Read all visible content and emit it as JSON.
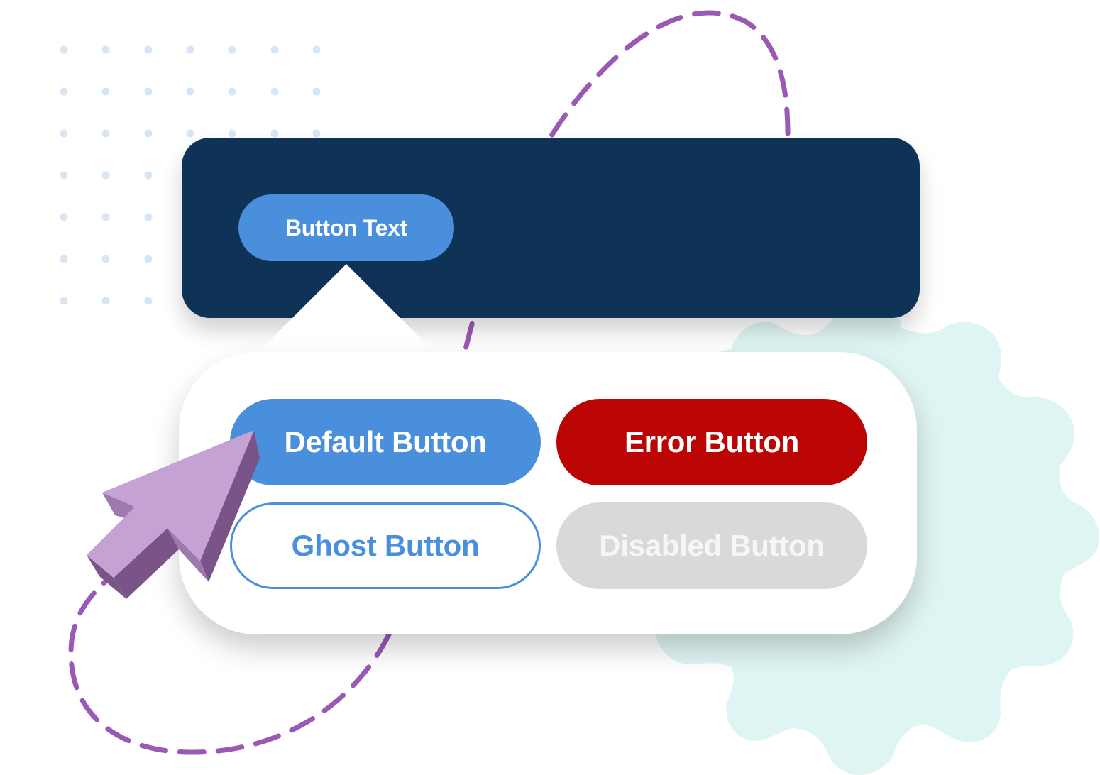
{
  "panel": {
    "sample_button_label": "Button Text"
  },
  "buttons": {
    "default_label": "Default Button",
    "error_label": "Error Button",
    "ghost_label": "Ghost Button",
    "disabled_label": "Disabled Button"
  },
  "colors": {
    "panel_bg": "#0f3357",
    "primary": "#4a8fdc",
    "error": "#bb0505",
    "disabled": "#d9d9d9",
    "dashed_path": "#9b59b6",
    "cursor": "#c4a2d4",
    "gear": "#dff5f3",
    "dots": "#d6e6f5"
  },
  "icons": {
    "cursor": "arrow-cursor-icon",
    "gear": "gear-shape",
    "dots": "dot-grid"
  }
}
